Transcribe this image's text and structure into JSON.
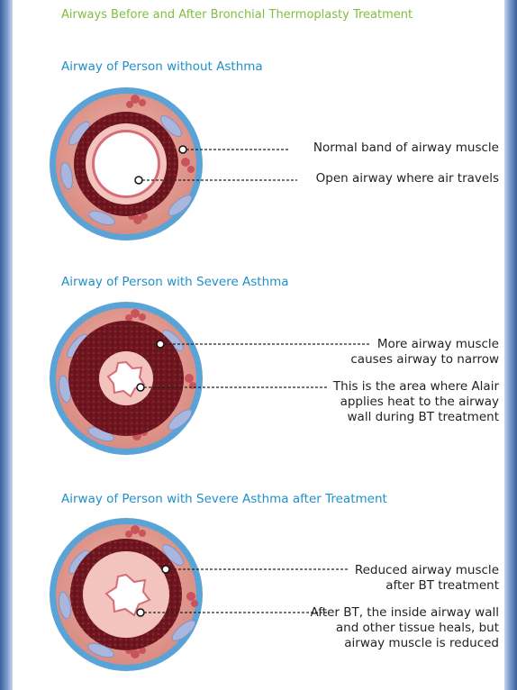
{
  "title": "Airways Before and After Bronchial Thermoplasty Treatment",
  "sections": [
    {
      "heading": "Airway of Person without Asthma",
      "labels": [
        {
          "text": "Normal band of airway muscle"
        },
        {
          "text": "Open airway where air travels"
        }
      ]
    },
    {
      "heading": "Airway of Person with Severe Asthma",
      "labels": [
        {
          "lines": [
            "More airway muscle",
            "causes airway to narrow"
          ]
        },
        {
          "lines": [
            "This is the area where Alair",
            "applies heat to the airway",
            "wall during BT treatment"
          ]
        }
      ]
    },
    {
      "heading": "Airway of Person with Severe Asthma after Treatment",
      "labels": [
        {
          "lines": [
            "Reduced airway muscle",
            "after BT treatment"
          ]
        },
        {
          "lines": [
            "After BT, the inside airway wall",
            "and other tissue heals, but",
            "airway muscle is reduced"
          ]
        }
      ]
    }
  ],
  "colors": {
    "title": "#7fbf3f",
    "heading": "#1f8fc8",
    "outer_ring": "#5aa3d6",
    "tissue": "#e7a79c",
    "muscle": "#6b1620",
    "inner_wall": "#f2c1bb",
    "lumen": "#ffffff"
  }
}
